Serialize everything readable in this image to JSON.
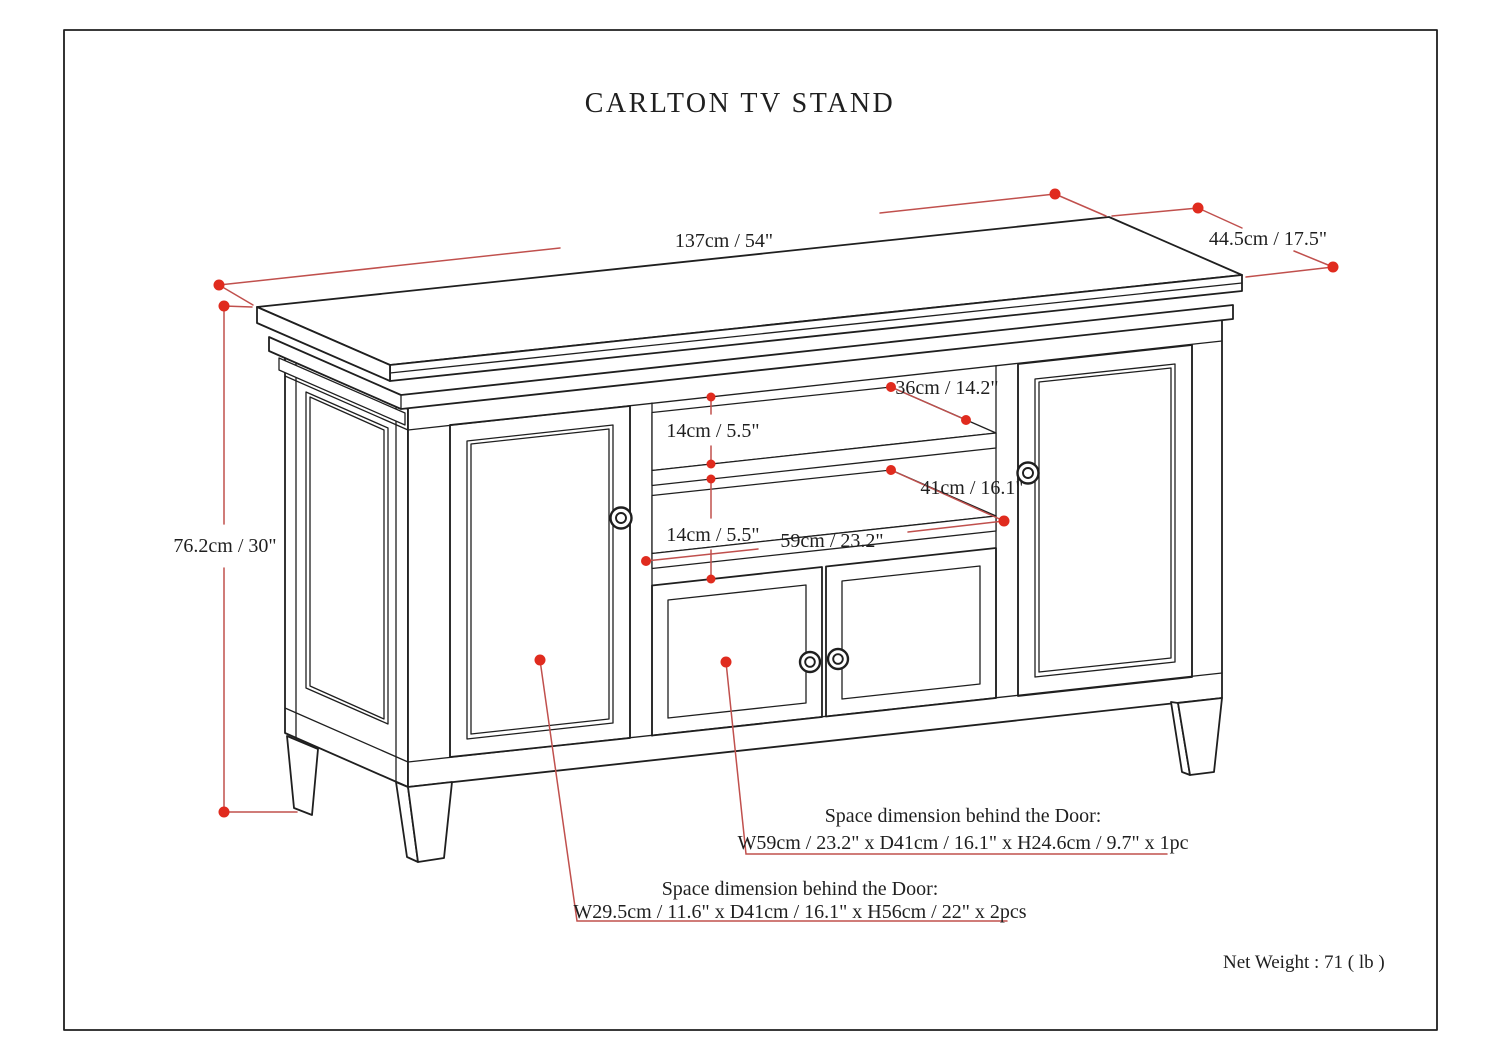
{
  "page": {
    "title": "CARLTON TV STAND",
    "net_weight": "Net Weight : 71 ( lb )"
  },
  "labels": {
    "width": "137cm / 54\"",
    "depth": "44.5cm / 17.5\"",
    "height": "76.2cm / 30\"",
    "top_shelf_depth": "36cm / 14.2\"",
    "top_opening_height": "14cm / 5.5\"",
    "middle_opening_height": "14cm / 5.5\"",
    "middle_shelf_depth": "41cm / 16.1\"",
    "center_opening_width": "59cm / 23.2\""
  },
  "annotations": {
    "center_compartment": {
      "line1": "Space dimension behind the Door:",
      "line2": "W59cm / 23.2\" x D41cm / 16.1\" x H24.6cm / 9.7\" x 1pc"
    },
    "side_compartments": {
      "line1": "Space dimension behind the Door:",
      "line2": "W29.5cm / 11.6\" x D41cm / 16.1\" x H56cm / 22\" x 2pcs"
    }
  },
  "colors": {
    "drawing_line": "#1f1f1f",
    "dimension_line": "#c0504d",
    "dimension_dot": "#e02b1e",
    "background": "#ffffff"
  }
}
